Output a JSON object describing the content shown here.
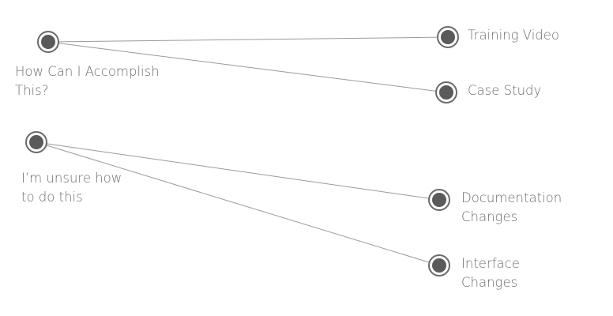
{
  "sources": [
    {
      "id": "accomplish",
      "lines": [
        "How Can I Accomplish",
        "This?"
      ]
    },
    {
      "id": "unsure",
      "lines": [
        "I’m unsure how",
        "to do this"
      ]
    }
  ],
  "targets": [
    {
      "id": "training-video",
      "lines": [
        "Training Video"
      ]
    },
    {
      "id": "case-study",
      "lines": [
        "Case Study"
      ]
    },
    {
      "id": "documentation-changes",
      "lines": [
        "Documentation",
        "Changes"
      ]
    },
    {
      "id": "interface-changes",
      "lines": [
        "Interface",
        "Changes"
      ]
    }
  ],
  "edges": [
    {
      "from": "accomplish",
      "to": "training-video"
    },
    {
      "from": "accomplish",
      "to": "case-study"
    },
    {
      "from": "unsure",
      "to": "documentation-changes"
    },
    {
      "from": "unsure",
      "to": "interface-changes"
    }
  ],
  "colors": {
    "node_fill": "#5a5a5a",
    "node_ring": "#6a6a6a",
    "edge": "#9a9a9a",
    "text": "#6e6e6e"
  }
}
